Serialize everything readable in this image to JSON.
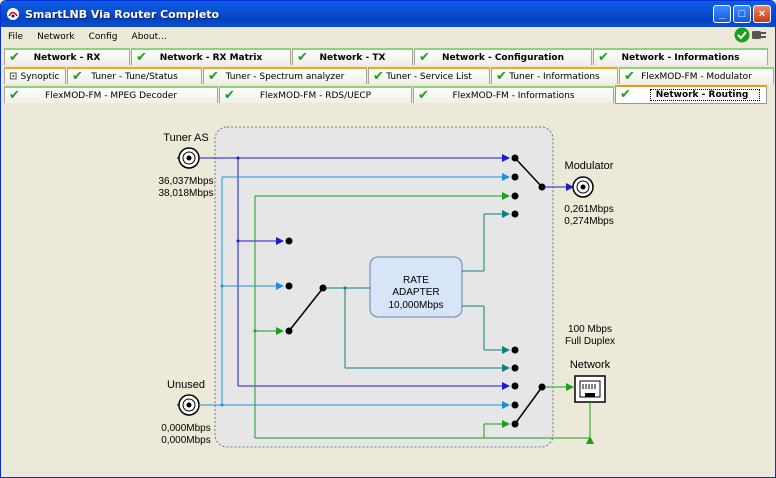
{
  "window": {
    "title": "SmartLNB Via Router Completo",
    "buttons": {
      "minimize": "_",
      "maximize": "□",
      "close": "×"
    }
  },
  "menu": [
    "File",
    "Network",
    "Config",
    "About..."
  ],
  "tabs": {
    "row1": [
      {
        "label": "Network - RX",
        "checked": true
      },
      {
        "label": "Network - RX Matrix",
        "checked": true
      },
      {
        "label": "Network - TX",
        "checked": true
      },
      {
        "label": "Network - Configuration",
        "checked": true
      },
      {
        "label": "Network - Informations",
        "checked": true
      }
    ],
    "row2": [
      {
        "label": "Synoptic",
        "checked": false
      },
      {
        "label": "Tuner - Tune/Status",
        "checked": true
      },
      {
        "label": "Tuner - Spectrum analyzer",
        "checked": true
      },
      {
        "label": "Tuner - Service List",
        "checked": true
      },
      {
        "label": "Tuner - Informations",
        "checked": true
      },
      {
        "label": "FlexMOD-FM - Modulator",
        "checked": true
      }
    ],
    "row3": [
      {
        "label": "FlexMOD-FM - MPEG Decoder",
        "checked": true
      },
      {
        "label": "FlexMOD-FM - RDS/UECP",
        "checked": true
      },
      {
        "label": "FlexMOD-FM - Informations",
        "checked": true
      },
      {
        "label": "Network - Routing",
        "checked": true,
        "active": true
      }
    ]
  },
  "routing": {
    "inputs": {
      "tuner": {
        "label": "Tuner AS",
        "rate1": "36,037Mbps",
        "rate2": "38,018Mbps"
      },
      "unused": {
        "label": "Unused",
        "rate1": "0,000Mbps",
        "rate2": "0,000Mbps"
      }
    },
    "outputs": {
      "modulator": {
        "label": "Modulator",
        "rate1": "0,261Mbps",
        "rate2": "0,274Mbps"
      },
      "network": {
        "label": "Network",
        "speed": "100 Mbps",
        "duplex": "Full Duplex"
      }
    },
    "adapter": {
      "line1": "RATE",
      "line2": "ADAPTER",
      "rate": "10,000Mbps"
    }
  },
  "colors": {
    "dark_blue": "#1a1ad0",
    "light_blue": "#1e90e0",
    "green": "#1aa01a",
    "teal": "#108080",
    "panel": "#e6e6e6",
    "check": "#1aa01a"
  },
  "icons": {
    "app": "signal-icon",
    "status": "check-plug-icon",
    "network": "ethernet-port-icon",
    "connector": "bnc-connector-icon"
  }
}
